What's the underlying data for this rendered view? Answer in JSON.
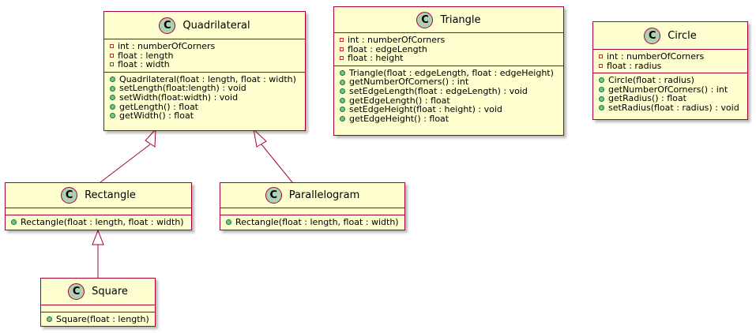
{
  "diagram": {
    "stereotype_letter": "C",
    "classes": [
      {
        "key": "quadrilateral",
        "name": "Quadrilateral",
        "fields": [
          "int : numberOfCorners",
          "float : length",
          "float : width"
        ],
        "methods": [
          "Quadrilateral(float : length, float : width)",
          "setLength(float:length) : void",
          "setWidth(float:width) : void",
          "getLength() : float",
          "getWidth() : float"
        ]
      },
      {
        "key": "triangle",
        "name": "Triangle",
        "fields": [
          "int : numberOfCorners",
          "float : edgeLength",
          "float : height"
        ],
        "methods": [
          "Triangle(float : edgeLength, float : edgeHeight)",
          "getNumberOfCorners() : int",
          "setEdgeLength(float : edgeLength) : void",
          "getEdgeLength() : float",
          "setEdgeHeight(float : height) : void",
          "getEdgeHeight() : float"
        ]
      },
      {
        "key": "circle",
        "name": "Circle",
        "fields": [
          "int : numberOfCorners",
          "float : radius"
        ],
        "methods": [
          "Circle(float : radius)",
          "getNumberOfCorners() : int",
          "getRadius() : float",
          "setRadius(float : radius) : void"
        ]
      },
      {
        "key": "rectangle",
        "name": "Rectangle",
        "fields": [],
        "methods": [
          "Rectangle(float : length, float : width)"
        ]
      },
      {
        "key": "parallelogram",
        "name": "Parallelogram",
        "fields": [],
        "methods": [
          "Rectangle(float : length, float : width)"
        ]
      },
      {
        "key": "square",
        "name": "Square",
        "fields": [],
        "methods": [
          "Square(float : length)"
        ]
      }
    ],
    "inheritance": [
      {
        "child": "rectangle",
        "parent": "quadrilateral"
      },
      {
        "child": "parallelogram",
        "parent": "quadrilateral"
      },
      {
        "child": "square",
        "parent": "rectangle"
      }
    ],
    "colors": {
      "class_fill": "#FEFECE",
      "border": "#A80036",
      "badge": "#ADD1B2",
      "private_marker": "#C82930",
      "public_marker": "#84BE84"
    }
  }
}
